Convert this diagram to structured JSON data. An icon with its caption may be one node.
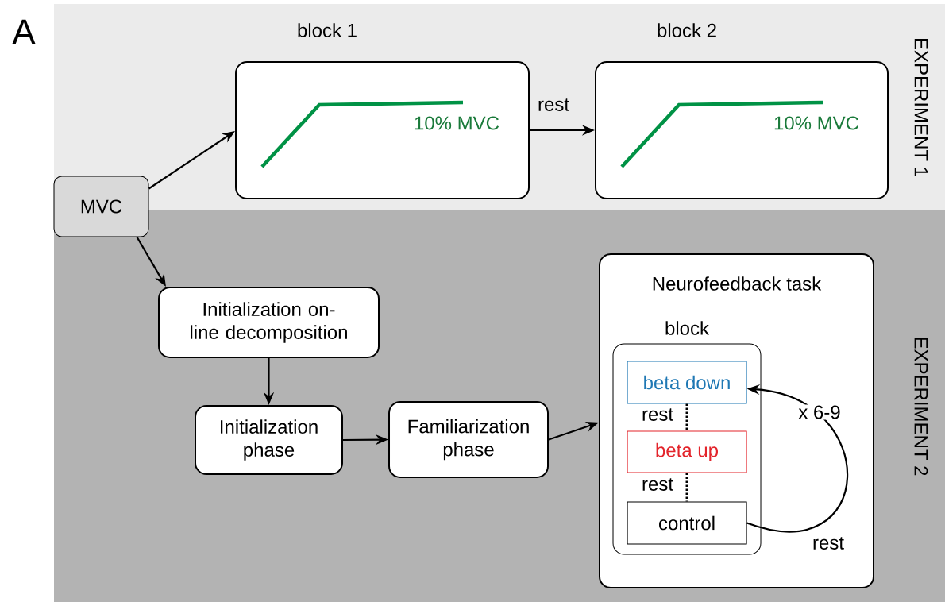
{
  "diagram": {
    "nodes": [
      {
        "text": [
          "EXPERIMENT 1"
        ]
      },
      {
        "text": [
          "EXPERIMENT 2"
        ]
      },
      {
        "text": [
          "MVC"
        ]
      },
      {
        "text": [
          "block 1",
          "10% MVC"
        ],
        "in": 0
      },
      {
        "text": [
          "block 2",
          "10% MVC"
        ],
        "in": 0
      },
      {
        "text": [
          "Initialization on-line decomposition"
        ],
        "in": 1
      },
      {
        "text": [
          "Initialization phase"
        ],
        "in": 1
      },
      {
        "text": [
          "Familiarization phase"
        ],
        "in": 1
      },
      {
        "text": [
          "Neurofeedback task"
        ],
        "in": 1
      },
      {
        "text": [
          "block"
        ],
        "in": 8
      },
      {
        "text": [
          "beta down"
        ],
        "in": 9
      },
      {
        "text": [
          "beta up"
        ],
        "in": 9
      },
      {
        "text": [
          "control"
        ],
        "in": 9
      }
    ],
    "edges": [
      {
        "from": 2,
        "to": 3,
        "arrow": "to"
      },
      {
        "from": 3,
        "to": 4,
        "arrow": "to",
        "label": "rest"
      },
      {
        "from": 2,
        "to": 5,
        "arrow": "to"
      },
      {
        "from": 5,
        "to": 6,
        "arrow": "to"
      },
      {
        "from": 6,
        "to": 7,
        "arrow": "to"
      },
      {
        "from": 7,
        "to": 8,
        "arrow": "to"
      },
      {
        "from": 10,
        "to": 11,
        "arrow": "none",
        "style": "dashed",
        "label": "rest"
      },
      {
        "from": 11,
        "to": 12,
        "arrow": "none",
        "style": "dashed",
        "label": "rest"
      },
      {
        "from": 12,
        "to": 10,
        "arrow": "to",
        "label": "x 6-9"
      }
    ],
    "labels": [
      "A",
      "rest"
    ]
  }
}
